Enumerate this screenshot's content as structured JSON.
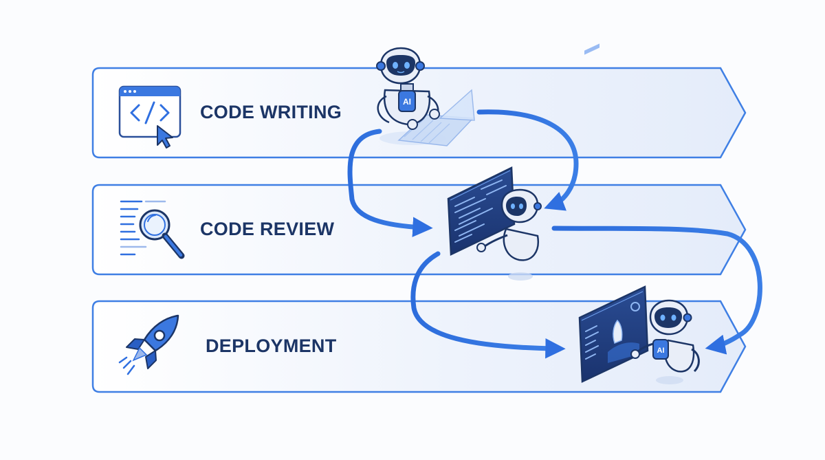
{
  "stages": [
    {
      "label": "CODE WRITING",
      "icon": "code-window-cursor-icon",
      "robot_badge": "AI"
    },
    {
      "label": "CODE REVIEW",
      "icon": "magnifier-lines-icon"
    },
    {
      "label": "DEPLOYMENT",
      "icon": "rocket-icon",
      "robot_badge": "AI"
    }
  ],
  "colors": {
    "accent": "#2f6fe0",
    "band_stroke": "#3f7fe4",
    "text": "#1c3566",
    "robot_body": "#e9eef8",
    "robot_dark": "#1c3566"
  }
}
